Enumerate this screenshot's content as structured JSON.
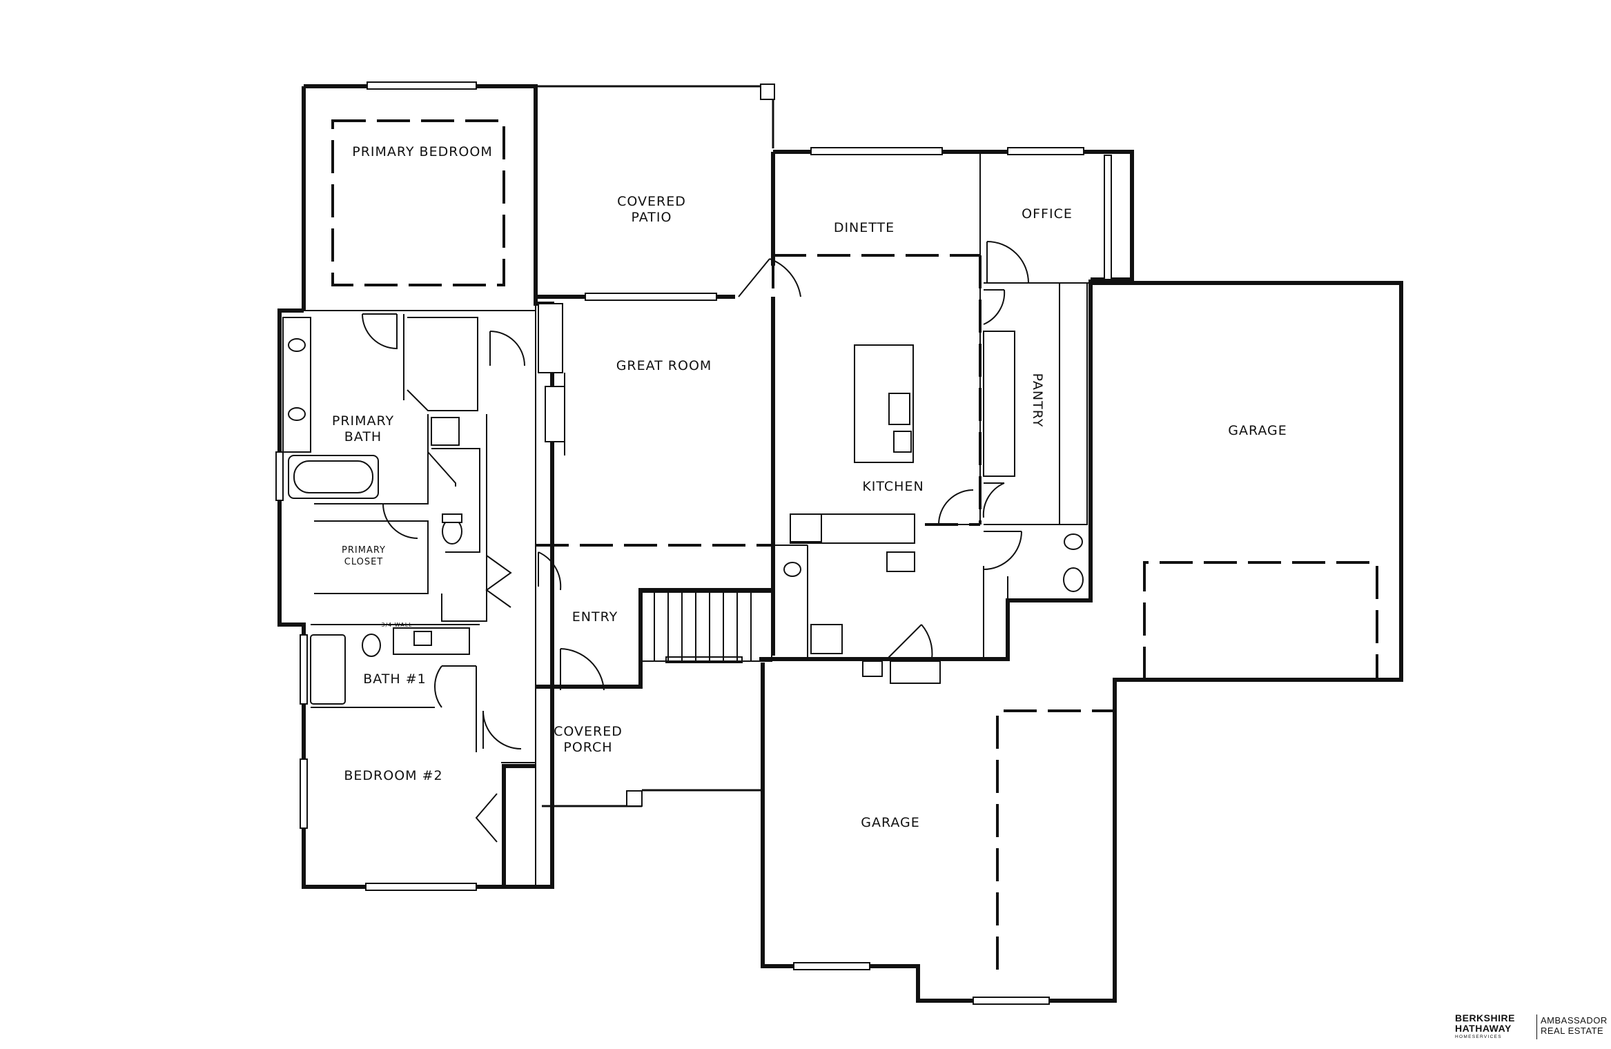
{
  "rooms": {
    "primary_bedroom": "PRIMARY BEDROOM",
    "covered_patio_1": "COVERED",
    "covered_patio_2": "PATIO",
    "dinette": "DINETTE",
    "office": "OFFICE",
    "great_room": "GREAT ROOM",
    "primary_bath_1": "PRIMARY",
    "primary_bath_2": "BATH",
    "pantry": "PANTRY",
    "garage_right": "GARAGE",
    "kitchen": "KITCHEN",
    "primary_closet_1": "PRIMARY",
    "primary_closet_2": "CLOSET",
    "entry": "ENTRY",
    "bath_1": "BATH #1",
    "covered_porch_1": "COVERED",
    "covered_porch_2": "PORCH",
    "bedroom_2": "BEDROOM #2",
    "garage_front": "GARAGE",
    "small_note": "3/4 WALL"
  },
  "logo": {
    "line1": "BERKSHIRE",
    "line2": "HATHAWAY",
    "line3": "HOMESERVICES",
    "right1": "AMBASSADOR",
    "right2": "REAL ESTATE"
  }
}
